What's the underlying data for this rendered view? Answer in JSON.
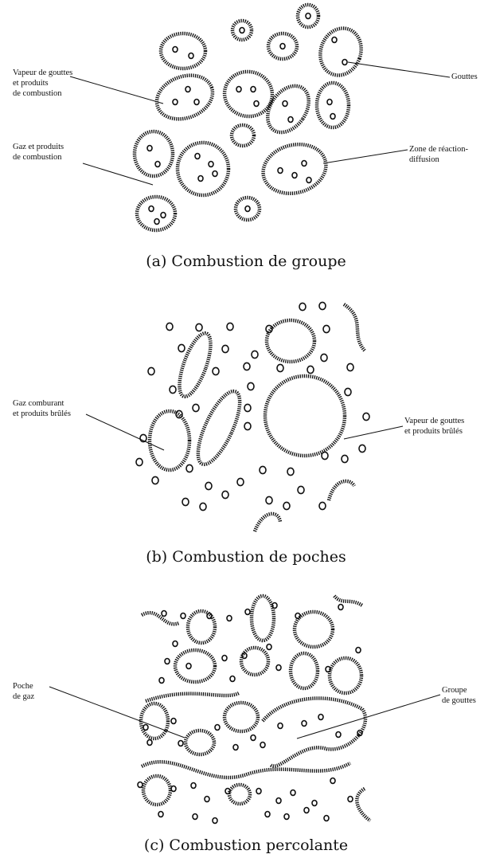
{
  "panels": [
    {
      "caption": "(a) Combustion de groupe",
      "labels": [
        {
          "id": "vapeur-gouttes-produits-combustion",
          "lines": [
            "Vapeur de gouttes",
            "et produits",
            "de combustion"
          ]
        },
        {
          "id": "gouttes",
          "lines": [
            "Gouttes"
          ]
        },
        {
          "id": "gaz-produits-combustion",
          "lines": [
            "Gaz et produits",
            "de combustion"
          ]
        },
        {
          "id": "zone-reaction-diffusion",
          "lines": [
            "Zone de réaction-",
            "diffusion"
          ]
        }
      ]
    },
    {
      "caption": "(b) Combustion de poches",
      "labels": [
        {
          "id": "gaz-comburant-produits-brules",
          "lines": [
            "Gaz comburant",
            "et produits brûlés"
          ]
        },
        {
          "id": "vapeur-gouttes-produits-brules",
          "lines": [
            "Vapeur de gouttes",
            "et produits brûlés"
          ]
        }
      ]
    },
    {
      "caption": "(c) Combustion percolante",
      "labels": [
        {
          "id": "poche-de-gaz",
          "lines": [
            "Poche",
            "de gaz"
          ]
        },
        {
          "id": "groupe-de-gouttes",
          "lines": [
            "Groupe",
            "de gouttes"
          ]
        }
      ]
    }
  ]
}
